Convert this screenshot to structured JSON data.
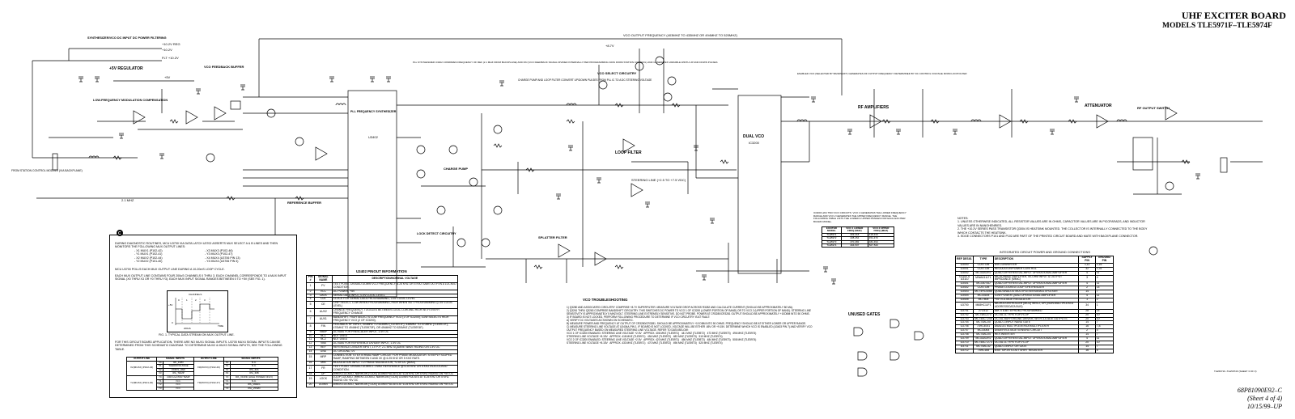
{
  "header": {
    "title": "UHF EXCITER BOARD",
    "subtitle": "MODELS TLE5971F–TLE5974F"
  },
  "footer": {
    "doc_number": "68P81090E92–C",
    "sheet": "(Sheet 4 of 4)",
    "date": "10/15/99–UP"
  },
  "blocks": {
    "dc_filter": "SYNTHESIZER/VCO DC INPUT DC POWER FILTERING",
    "regulator": "+5V REGULATOR",
    "lf_mod": "LOW-FREQUENCY MODULATION COMPENSATION",
    "vco_fb": "VCO FEEDBACK BUFFER",
    "pll": "PLL FREQUENCY SYNTHESIZER",
    "pll_ref": "U3402",
    "charge_pump": "CHARGE PUMP",
    "lock_detect": "LOCK DETECT CIRCUITRY",
    "loop_filter": "LOOP FILTER",
    "vco_select": "VCO SELECT CIRCUITRY",
    "dual_vco": "DUAL VCO",
    "dual_vco_ref": "IC3200",
    "rf_amps": "RF AMPLIFIERS",
    "attenuator": "ATTENUATOR",
    "rf_switch": "RF OUTPUT SWITCH",
    "splatter": "SPLATTER FILTER",
    "ref_buffer": "REFERENCE BUFFER",
    "unused_gates": "UNUSED GATES",
    "vco_output_line": "VCO OUTPUT FREQUENCY (403MHZ TO 433MHZ OR 494MHZ TO 520MHZ)",
    "steering_line": "STEERING LINE (+2.5 TO +7.5 VDC)",
    "from_station": "FROM STATION CONTROL MODULE (VIA BACKPLANE)",
    "ref_input": "2.1 MHZ",
    "charge_pump_note": "CHARGE PUMP AND LOOP FILTER CONVERT UP/DOWN PULSES FROM PLL IC TO A DC STEERING VOLTAGE",
    "pll_note": "PLL SYNTHESIZER U3402 COMPARES FREQUENCY OF REF (2.1 MHZ FROM BACKPLANE) AND FIN (VCO FEEDBACK SIGNAL DIVIDED INTERNALLY PER PROGRAMMING DATA FROM STATION CONTROL) AND GENERATES VARIABLE WIDTH UP AND DOWN PULSES",
    "vco_note": "ENABLED VCO (SELECTED BY BANDSHIFT) GENERATES RF OUTPUT FREQUENCY DETERMINED BY DC CONTROL VOLTAGE FROM LOOP FILTER"
  },
  "rails": [
    "+10.2V REG",
    "+10.2V",
    "FLT +10.2V",
    "+5V",
    "+8.7V"
  ],
  "pinout": {
    "title": "U3402 PINOUT INFORMATION",
    "headers": [
      "PIN #",
      "SIGNAL NAME",
      "DESCRIPTION/NOMINAL VOLTAGE"
    ],
    "rows": [
      [
        "1",
        "FV",
        "TEST POINT. DIVIDED DOWN VCO FREQUENCY, 6.25 KHZ OR 5 KHZ SAWTOOTH IN A LOCKED CONDITION."
      ],
      [
        "2",
        "VCC",
        "DC POWER, +5V"
      ],
      [
        "3",
        "DATA",
        "SERIAL DATA INPUT, 0-5V LOGIC LEVEL"
      ],
      [
        "4",
        "CLK",
        "CLOCK FOR SERIAL DATA PROGRAMMING, 0-5V LOGIC LEVEL"
      ],
      [
        "5",
        "CE",
        "CHIP SELECT, LOW WHEN PROGRAMMING, HIGH WHEN NOT PROGRAMMING (0-5V LOGIC LEVEL)"
      ],
      [
        "6",
        "AUX2",
        "CHANGE FREQUENCY. TOGGLES BETWEEN LOGIC LOW AND HIGH WITH EVERY FREQUENCY CHANGE"
      ],
      [
        "7",
        "AUX1",
        "BANDSHIFT. HIGH SELECTS LOW FREQUENCY VCO (1 OF IC3200), LOW SELECTS HIGH FREQUENCY VCO (2 OF IC3200)."
      ],
      [
        "8",
        "FIN",
        "FEEDBACK RF INPUT, 403MHZ TO 433MHZ (TLE5971F), 438MHZ TO 470MHZ (TLE5972F), 470MHZ TO 494MHZ (TLE5973F), OR 494MHZ TO 520MHZ (TLE5974F)."
      ],
      [
        "9",
        "VBBP",
        "DC BIAS FOR PRESCALER INPUT, 1.4V DC"
      ],
      [
        "10",
        "NC1",
        "NOT USED"
      ],
      [
        "11",
        "NC2",
        "NOT USED"
      ],
      [
        "12",
        "VBB",
        "DC BIAS FOR REFERENCE DIVIDER INPUT, 1.4V DC"
      ],
      [
        "13",
        "REF",
        "REFERENCE DIVIDER INPUT, 1V P-P, 2.1 MHZ SQUARE WAVE RIDING ON 1.4V DC"
      ],
      [
        "14",
        "GND",
        "DC GROUND, 0V"
      ],
      [
        "15",
        "MRP",
        "CONNECTION TO EXTERNAL RAMP CIRCUIT FOR PHASE MODULATOR. STEEPLY SLOPED RAMP, RAMPING BETWEEN 0 AND 3V @ 6.25 KHZ OR 5 KHZ RATE."
      ],
      [
        "16",
        "MIN",
        "MODULATION INPUT TO PHASE MODULATOR, +2.5V DC (BIAS)"
      ],
      [
        "17",
        "FR",
        "TEST POINT. DIVIDED DOWN 2.1 MHZ REFERENCE @ 6.25 KHZ OR 5 KHZ IN A LOCKED CONDITION."
      ],
      [
        "18",
        "UP",
        "WHEN LOCKED, NARROW (<1US) DOWN PULSES AT 6.25 KHZ OR 5 KHZ RIDING ON +5V DC"
      ],
      [
        "19",
        "LOCK",
        "LOOP LOCKED. WHEN LOCKED, NARROW (<1US) DOWN PULSES AT 6.25 KHZ OR 5 KHZ RIDING ON +5V DC"
      ],
      [
        "20",
        "DOWN",
        "WHEN LOCKED, NARROW (<1US) DOWN PULSES AT 6.25 KHZ OR 5 KHZ RIDING ON +5V DC"
      ]
    ]
  },
  "notes": {
    "title": "NOTES:",
    "items": [
      "1. UNLESS OTHERWISE INDICATED, ALL RESISTOR VALUES ARE IN OHMS, CAPACITOR VALUES ARE IN PICOFARADS, AND INDUCTOR VALUES ARE IN NANOHENRIES.",
      "2. THE +10.2V SERIES PASS TRANSISTOR Q3004 IS HEATSINK MOUNTED. THE COLLECTOR IS INTERNALLY CONNECTED TO THE BODY WHICH CONTACTS THE HEATSINK.",
      "3. EDGE CONNECTORS P101 AND P102 ARE PART OF THE PRINTED CIRCUIT BOARD AND MATE WITH BACKPLANE CONNECTOR."
    ]
  },
  "ic_table": {
    "title": "INTEGRATED CIRCUIT POWER AND GROUND CONNECTIONS",
    "headers": [
      "REF DESIG.",
      "TYPE",
      "DESCRIPTION",
      "SUPPLY PIN",
      "GROUND PIN"
    ],
    "rows": [
      [
        "U3000",
        "CUSTOM",
        "D/A CONVERTER",
        "1,11",
        "2,16"
      ],
      [
        "U3001",
        "CUSTOM",
        "REGULATOR/POWER CONTROL",
        "32",
        "1,31"
      ],
      [
        "U3002",
        "MC33202R2",
        "QUAD DIFFERENTIAL-INPUT OPERATIONAL AMPLIFIER",
        "4",
        "11"
      ],
      [
        "U3100 & U3110",
        "MWA0311T1",
        "MICROWAVE AMPLIFIER, 50-OHM INPUT & OUTPUT IMPEDANCE (MMIC)",
        "3",
        "4"
      ],
      [
        "U3401",
        "MC33074D",
        "QUAD DIFFERENTIAL-INPUT OPERATIONAL AMPLIFIER",
        "4",
        "11"
      ],
      [
        "U3402",
        "CUSTOM",
        "PHASE LOCKED LOOP SYNTHESIZER",
        "2",
        "14"
      ],
      [
        "U3403",
        "MC74HC4066",
        "QUAD ANALOG MULTIPLEXER/DEMULTIPLEXER",
        "14",
        "7"
      ],
      [
        "U3404",
        "MC33184",
        "LOW POWER QUAD OPERATIONAL AMPLIFIER",
        "4",
        "11"
      ],
      [
        "U3405",
        "MC7805",
        "+5V VOLTAGE REGULATOR",
        "1",
        "2"
      ],
      [
        "U3700",
        "M68HC11F1",
        "MICROCONTROLLER (MCU) W/SCI, SPI (NON-MULTIPLEXED ADDRESS/DATA BUS)",
        "34",
        "1"
      ],
      [
        "U3701",
        "27C512",
        "64K X 8-BIT EPROM, PROGRAMMED",
        "28",
        "14"
      ],
      [
        "U3702",
        "MC74AC273",
        "OCTAL D-TYPE FLIP-FLOP",
        "20",
        "10"
      ],
      [
        "U3703",
        "MC74ACT244",
        "OCTAL BUFFER/LINE DRIVER, WITH 3-STATE OUTPUTS",
        "20",
        "10"
      ],
      [
        "U3704",
        "MC74AC00",
        "QUAD 2-INPUT NAND GATE",
        "14",
        "7"
      ],
      [
        "U3706",
        "74HC4051",
        "ANALOG MULTIPLEXER/DEMULTIPLEXER",
        "16",
        "7,8"
      ],
      [
        "U3707",
        "MC33064",
        "UNDERVOLTAGE SENSING CIRCUIT",
        "2",
        "4"
      ],
      [
        "U3708",
        "MC74AC04",
        "HEX INVERTER",
        "14",
        "7"
      ],
      [
        "U3709",
        "MC33202R2",
        "QUAD DIFFERENTIAL-INPUT OPERATIONAL AMPLIFIER",
        "4",
        "11"
      ],
      [
        "U3710",
        "MC74ACT273",
        "OCTAL D-TYPE FLIP-FLOP",
        "20",
        "10"
      ],
      [
        "U3711",
        "MC74AC32",
        "QUAD 2-INPUT OR GATE",
        "14",
        "7"
      ],
      [
        "U3712",
        "74HC165",
        "8 BIT S/P-IN S-OUT SHIFT REGISTER",
        "16",
        "8"
      ]
    ]
  },
  "exciter_table": {
    "intro": "IC3200 HAS TWO VCO CIRCUITS: VCO 1 GENERATES THE LOWER FREQUENCY RANGE AND VCO 2 GENERATES THE UPPER FREQUENCY RANGE. THE FOLLOWING TABLE LISTS THE LOWER & UPPER RANGES FOR EACH EXCITER BOARD MODEL.",
    "headers": [
      "EXCITER MODEL",
      "VCO 1 LOWER FREQ (MHZ)",
      "VCO 2 UPPER FREQ (MHZ)"
    ],
    "rows": [
      [
        "TLE5971",
        "403-418",
        "418-433"
      ],
      [
        "TLE5972",
        "438-454",
        "454-470"
      ],
      [
        "TLE5973",
        "470-482",
        "482-494"
      ],
      [
        "TLE5974",
        "494-507",
        "507-520"
      ]
    ]
  },
  "troubleshooting": {
    "title": "VCO TROUBLESHOOTING",
    "lines": [
      "1) Q3280 AND ASSOCIATED CIRCUITRY COMPRISE +8.7V SUPERFILTER. MEASURE VOLTAGE DROP ACROSS R3282 AND CALCULATE CURRENT (SHOULD BE APPROXIMATELY 80 MA).",
      "2) Q3261 THRU Q3263 COMPRISE BANDSHIFT CIRCUITRY. THIS SWITCHES DC POWER TO VCO 1 OF IC3200 (LOWER PORTION OF BAND) OR TO VCO 2 (UPPER PORTION OF BAND). STEERING LINE SENSITIVITY IS APPROXIMATELY 5 MHZ/VOLT. STEERING LINE EXTREMELY SENSITIVE, DO NOT PROBE. POWER AT CR3280/CR3281 OUTPUT SHOULD BE APPROXIMATELY +10DBM INTO 50 OHMS.",
      "3) IF BOARD IS NOT LOCKED, PERFORM FOLLOWING PROCEDURE TO DETERMINE IF VCO CIRCUITRY IS AT FAULT:",
      "A) VERIFY DC VOLTAGES AS SHOWN ON SCHEMATIC.",
      "B) MEASURE POWER AND FREQUENCY AT OUTPUT OF CR3280/CR3281. SHOULD BE APPROXIMATELY +10 DBM INTO 50 OHMS. FREQUENCY SHOULD BE AT EITHER LOWER OR UPPER RANGE.",
      "C) MEASURE STEERING LINE VOLTAGE AT U3404A-PIN 1. IF BOARD IS NOT LOCKED, VOLTAGE WILL BE EITHER .65V OR +9.15V. DETERMINE WHICH VCO IS ENABLED (U3403 PIN 7) AND VERIFY VCO OUTPUT FREQUENCY BASED ON MEASURED STEERING LINE VOLTAGE. REFER TO DATA BELOW:",
      "VCO 1 OF IC3200 ENABLED: STEERING LINE VOLTAGE +2.5V   APPROX. 406 MHZ (TLE5971)   441 MHZ (TLE5972)   473 MHZ (TLE5973)   496 MHZ (TLE5974)",
      "STEERING LINE VOLTAGE +8.15V   APPROX. 418 MHZ (TLE5971)   454 MHZ (TLE5972)   483 MHZ (TLE5973)   510 MHZ (TLE5974)",
      "VCO 2 OF IC3200 ENABLED: STEERING LINE VOLTAGE +2.5V   APPROX. 420 MHZ (TLE5971)   456 MHZ (TLE5972)   484 MHZ (TLE5973)   508 MHZ (TLE5974)",
      "STEERING LINE VOLTAGE +8.15V   APPROX. 433 MHZ (TLE5971)   470 MHZ (TLE5972)   496 MHZ (TLE5973)   520 MHZ (TLE5974)"
    ]
  },
  "box_c": {
    "marker": "C",
    "para1": "DURING DIAGNOSTIC ROUTINES, MCU U3700 VIA DATA LATCH U3702 ASSERTS MUX SELECT A & B LINES AND THEN MONITORS THE FOLLOWING MUX OUTPUT LINES:",
    "mux_list": [
      "- X1 MUX1 (P102-42)",
      "- Y1 MUX1 (P102-41)",
      "- X2 MUX2 (P102-44)",
      "- Y2 MUX2 (P101-40)",
      "- X3 MUX3 (P102-46)",
      "- Y3 MUX3 (P102-47)",
      "- X4 MUX4 (U3706 PIN 13)",
      "- Y4 MUX4 (U3706 PIN 3)"
    ],
    "para2": "MCU U3700 POLLS EACH MUX OUTPUT LINE DURING A 10-20mS LOOP CYCLE.",
    "para3": "EACH MUX OUTPUT LINE CONTAINS FOUR 200uS CHANNELS 0 THRU 3. EACH CHANNEL CORRESPONDS TO A MUX INPUT SIGNAL (X0 THRU X3 OR Y0 THRU Y3). EACH MUX INPUT SIGNAL RANGES BETWEEN 0 TO +5V (SEE FIG. 1).",
    "fig_channels": "CHANNELS",
    "fig_ch": [
      "0",
      "1",
      "2",
      "3"
    ],
    "fig_v5": "+5V",
    "fig_v0": "0",
    "fig_time": "TIME",
    "fig_width": "200uS",
    "fig_caption": "FIG. 1. TYPICAL DATA STREAM ON MUX OUTPUT LINE.",
    "para4": "FOR THIS CIRCUIT BOARD APPLICATION, THERE ARE NO MUX1 SIGNAL INPUTS. U3705 MUX4 SIGNAL INPUTS CAN BE DETERMINED FROM THIS SCHEMATIC DIAGRAM. TO DETERMINE MUX2 & MUX3 SIGNAL INPUTS, SEE THE FOLLOWING TABLE.",
    "table_headers": [
      "OUTPUT LINE",
      "SIGNAL INPUTS",
      "OUTPUT LINE",
      "SIGNAL INPUTS"
    ],
    "table_rows": [
      [
        "X2(MUX2) (P102-44)",
        "X0",
        "RF_FWD",
        "X3(MUX3) (P102-46)",
        "X0",
        "N.C."
      ],
      [
        "",
        "X1",
        "THERMVOLTAGE",
        "",
        "X1",
        "N.C."
      ],
      [
        "",
        "X2",
        "VDRVL_REF",
        "",
        "X2",
        "IPA_IDA"
      ],
      [
        "",
        "X3",
        "IPA_TEMP",
        "",
        "X3",
        "IPA_IDB"
      ],
      [
        "Y2(MUX2) (P101-40)",
        "Y0",
        "CIRCULATOR TEMP",
        "Y3(MUX3) (P102-47)",
        "Y0",
        "IPA_VFWD (HIGH POWER ONLY)"
      ],
      [
        "",
        "Y1",
        "N.C.",
        "",
        "Y1",
        "N.C."
      ],
      [
        "",
        "Y2",
        "N.C.",
        "",
        "Y2",
        "IPA_VREFL"
      ],
      [
        "",
        "Y3",
        "N.C.",
        "",
        "Y3",
        "IPA_VFWD"
      ]
    ]
  },
  "board_ref": "TLE5971F–TLE5974F (SHEET 3 OF 3)"
}
